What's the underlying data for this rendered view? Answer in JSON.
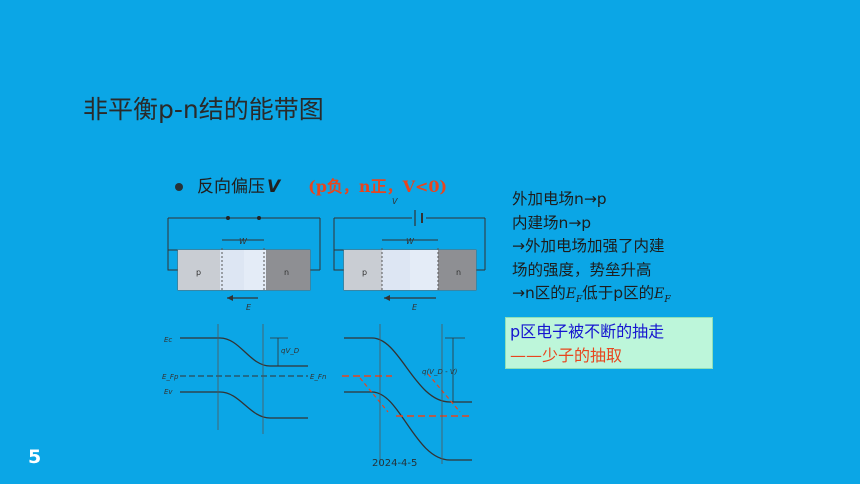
{
  "slide": {
    "title": "非平衡p-n结的能带图",
    "bullet_label": "反向偏压",
    "bullet_var": "V",
    "bullet_condition": "(p负，n正，V<0)",
    "notes": {
      "line1": "外加电场n→p",
      "line2": "内建场n→p",
      "line3": "→外加电场加强了内建",
      "line4": "场的强度，势垒升高",
      "line5_a": "→n区的",
      "line5_ef1": "E",
      "line5_sub1": "F",
      "line5_b": "低于p区的",
      "line5_ef2": "E",
      "line5_sub2": "F"
    },
    "callout": {
      "line1": "p区电子被不断的抽走",
      "line2": "——少子的抽取"
    },
    "page_number": "5",
    "date": "2024-4-5"
  },
  "figure": {
    "p_label": "p",
    "n_label": "n",
    "w_label": "W",
    "e_label": "E",
    "battery_label": "V",
    "ec_label": "Ec",
    "ev_label": "Ev",
    "efp_label": "E_Fp",
    "efn_label": "E_Fn",
    "qvd_label": "qV_D",
    "qvd_v_label": "q(V_D - V)"
  },
  "colors": {
    "background": "#0ba6e6",
    "title": "#2a2a2a",
    "accent_red": "#e8451e",
    "callout_bg": "#bdf6da",
    "callout_blue": "#1515d0"
  }
}
